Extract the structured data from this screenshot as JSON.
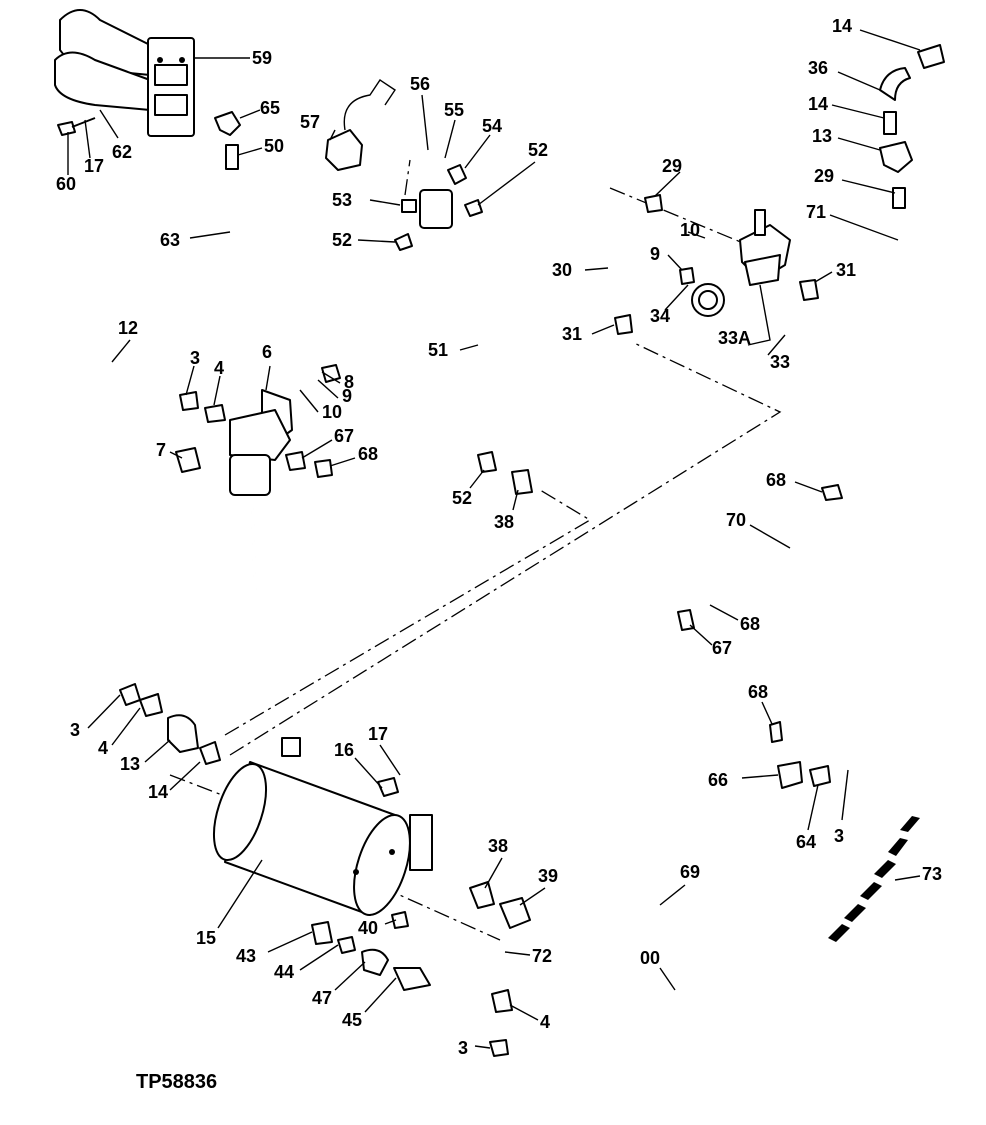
{
  "figure_id": "TP58836",
  "callouts": [
    {
      "id": "c59",
      "label": "59"
    },
    {
      "id": "c65",
      "label": "65"
    },
    {
      "id": "c50",
      "label": "50"
    },
    {
      "id": "c62",
      "label": "62"
    },
    {
      "id": "c17a",
      "label": "17"
    },
    {
      "id": "c60",
      "label": "60"
    },
    {
      "id": "c63",
      "label": "63"
    },
    {
      "id": "c57",
      "label": "57"
    },
    {
      "id": "c56",
      "label": "56"
    },
    {
      "id": "c55",
      "label": "55"
    },
    {
      "id": "c54",
      "label": "54"
    },
    {
      "id": "c52a",
      "label": "52"
    },
    {
      "id": "c53",
      "label": "53"
    },
    {
      "id": "c52b",
      "label": "52"
    },
    {
      "id": "c51",
      "label": "51"
    },
    {
      "id": "c52c",
      "label": "52"
    },
    {
      "id": "c38a",
      "label": "38"
    },
    {
      "id": "c14a",
      "label": "14"
    },
    {
      "id": "c36",
      "label": "36"
    },
    {
      "id": "c14b",
      "label": "14"
    },
    {
      "id": "c13a",
      "label": "13"
    },
    {
      "id": "c29a",
      "label": "29"
    },
    {
      "id": "c29b",
      "label": "29"
    },
    {
      "id": "c71",
      "label": "71"
    },
    {
      "id": "c10a",
      "label": "10"
    },
    {
      "id": "c9a",
      "label": "9"
    },
    {
      "id": "c30",
      "label": "30"
    },
    {
      "id": "c31a",
      "label": "31"
    },
    {
      "id": "c31b",
      "label": "31"
    },
    {
      "id": "c34",
      "label": "34"
    },
    {
      "id": "c33A",
      "label": "33A"
    },
    {
      "id": "c33",
      "label": "33"
    },
    {
      "id": "c12",
      "label": "12"
    },
    {
      "id": "c3a",
      "label": "3"
    },
    {
      "id": "c4a",
      "label": "4"
    },
    {
      "id": "c6",
      "label": "6"
    },
    {
      "id": "c8",
      "label": "8"
    },
    {
      "id": "c9b",
      "label": "9"
    },
    {
      "id": "c10b",
      "label": "10"
    },
    {
      "id": "c7",
      "label": "7"
    },
    {
      "id": "c67a",
      "label": "67"
    },
    {
      "id": "c68a",
      "label": "68"
    },
    {
      "id": "c68b",
      "label": "68"
    },
    {
      "id": "c70",
      "label": "70"
    },
    {
      "id": "c68c",
      "label": "68"
    },
    {
      "id": "c67b",
      "label": "67"
    },
    {
      "id": "c68d",
      "label": "68"
    },
    {
      "id": "c66",
      "label": "66"
    },
    {
      "id": "c64",
      "label": "64"
    },
    {
      "id": "c3b",
      "label": "3"
    },
    {
      "id": "c73",
      "label": "73"
    },
    {
      "id": "c3c",
      "label": "3"
    },
    {
      "id": "c4b",
      "label": "4"
    },
    {
      "id": "c13b",
      "label": "13"
    },
    {
      "id": "c14c",
      "label": "14"
    },
    {
      "id": "c16",
      "label": "16"
    },
    {
      "id": "c17b",
      "label": "17"
    },
    {
      "id": "c15",
      "label": "15"
    },
    {
      "id": "c38b",
      "label": "38"
    },
    {
      "id": "c39",
      "label": "39"
    },
    {
      "id": "c40",
      "label": "40"
    },
    {
      "id": "c43",
      "label": "43"
    },
    {
      "id": "c44",
      "label": "44"
    },
    {
      "id": "c47",
      "label": "47"
    },
    {
      "id": "c45",
      "label": "45"
    },
    {
      "id": "c72",
      "label": "72"
    },
    {
      "id": "c4c",
      "label": "4"
    },
    {
      "id": "c3d",
      "label": "3"
    },
    {
      "id": "c69",
      "label": "69"
    },
    {
      "id": "c00",
      "label": "00"
    }
  ]
}
